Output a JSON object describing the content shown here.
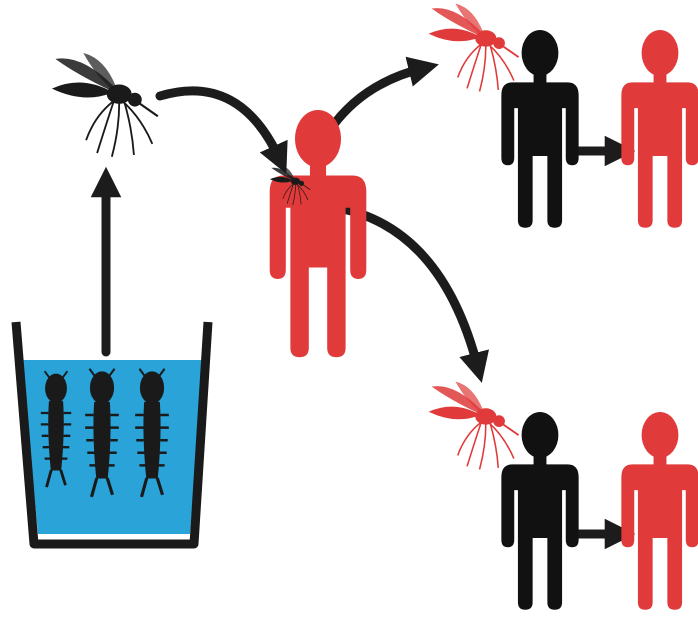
{
  "colors": {
    "infected": "#e03a3a",
    "healthy": "#111111",
    "arrow": "#1c1c1c",
    "water": "#2aa3d8",
    "container": "#1a1a1a",
    "larvae": "#1a1a1a",
    "background": "#ffffff"
  },
  "elements": {
    "breeding_container": {
      "icon": "water-container-icon",
      "contents": "mosquito larvae"
    },
    "larvae": {
      "icon": "larva-icon",
      "count": 3
    },
    "adult_mosquito": {
      "icon": "mosquito-icon",
      "state": "uninfected"
    },
    "infected_person": {
      "icon": "person-icon",
      "state": "infected"
    },
    "infected_mosquitoes": {
      "icon": "mosquito-icon",
      "state": "infected",
      "count": 2
    },
    "bitten_people": {
      "icon": "person-icon",
      "state": "healthy",
      "count": 2
    },
    "newly_infected_people": {
      "icon": "person-icon",
      "state": "infected",
      "count": 2
    },
    "arrows": {
      "icon": "arrow-icon",
      "count": 6
    }
  }
}
